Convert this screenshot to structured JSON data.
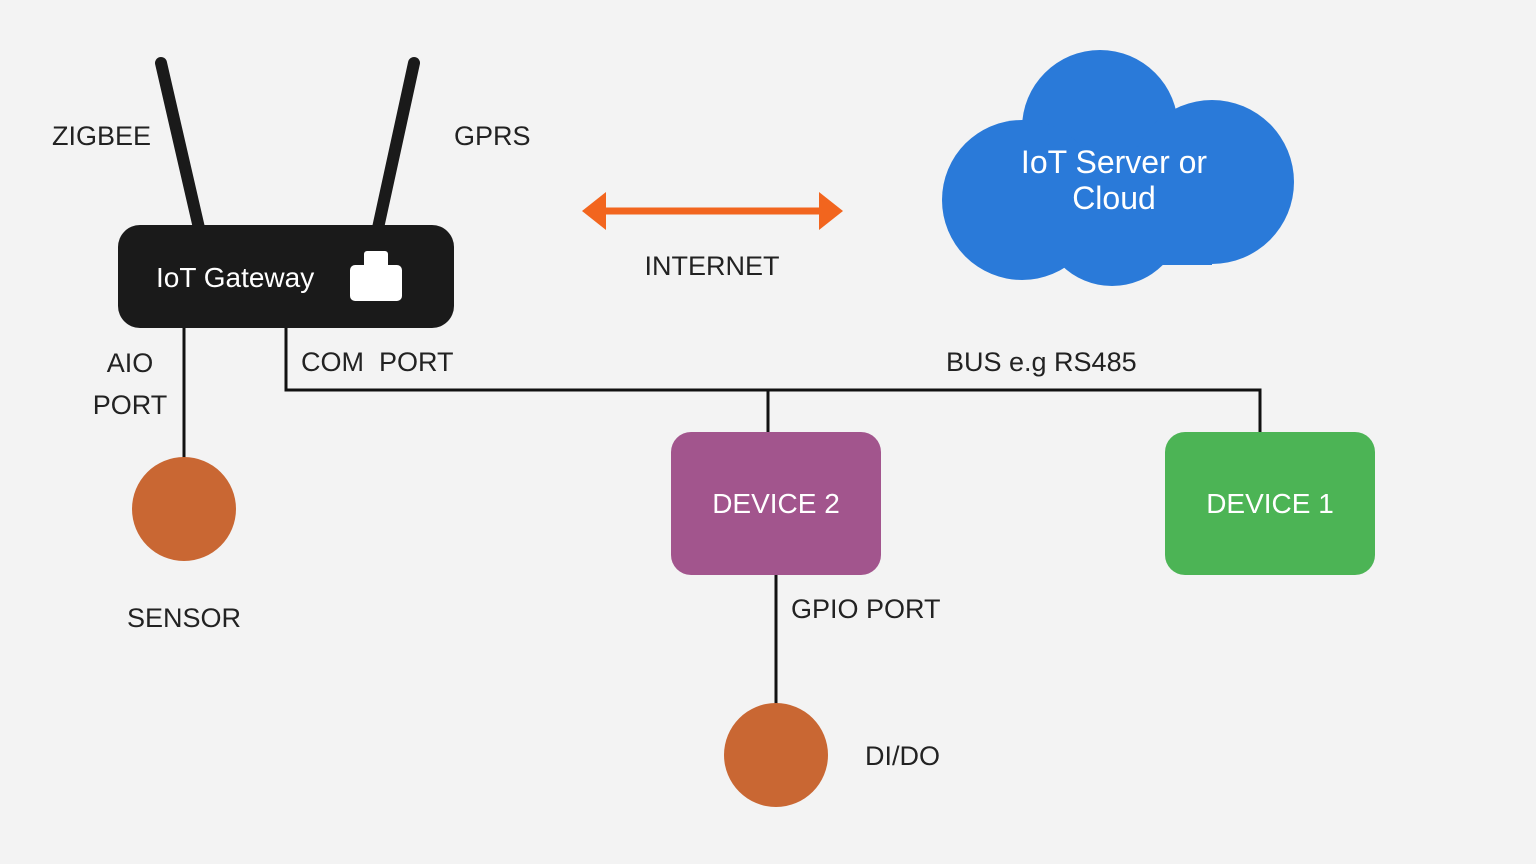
{
  "colors": {
    "background": "#f3f3f3",
    "gateway": "#1a1a1a",
    "cloud": "#2a7ad9",
    "arrow": "#f2651e",
    "device_2": "#a2558d",
    "device_1": "#4cb455",
    "io_node": "#c96733",
    "wire": "#111111"
  },
  "antennas": {
    "left_label": "ZIGBEE",
    "right_label": "GPRS"
  },
  "gateway": {
    "label": "IoT Gateway",
    "icon": "plug-icon"
  },
  "internet": {
    "label": "INTERNET",
    "icon": "double-arrow-icon"
  },
  "cloud": {
    "line1": "IoT Server or",
    "line2": "Cloud",
    "icon": "cloud-icon"
  },
  "ports": {
    "aio_line1": "AIO",
    "aio_line2": "PORT",
    "com": "COM  PORT",
    "bus": "BUS e.g RS485",
    "gpio": "GPIO PORT"
  },
  "devices": {
    "device_2": "DEVICE 2",
    "device_1": "DEVICE 1"
  },
  "nodes": {
    "sensor": "SENSOR",
    "dido": "DI/DO"
  }
}
